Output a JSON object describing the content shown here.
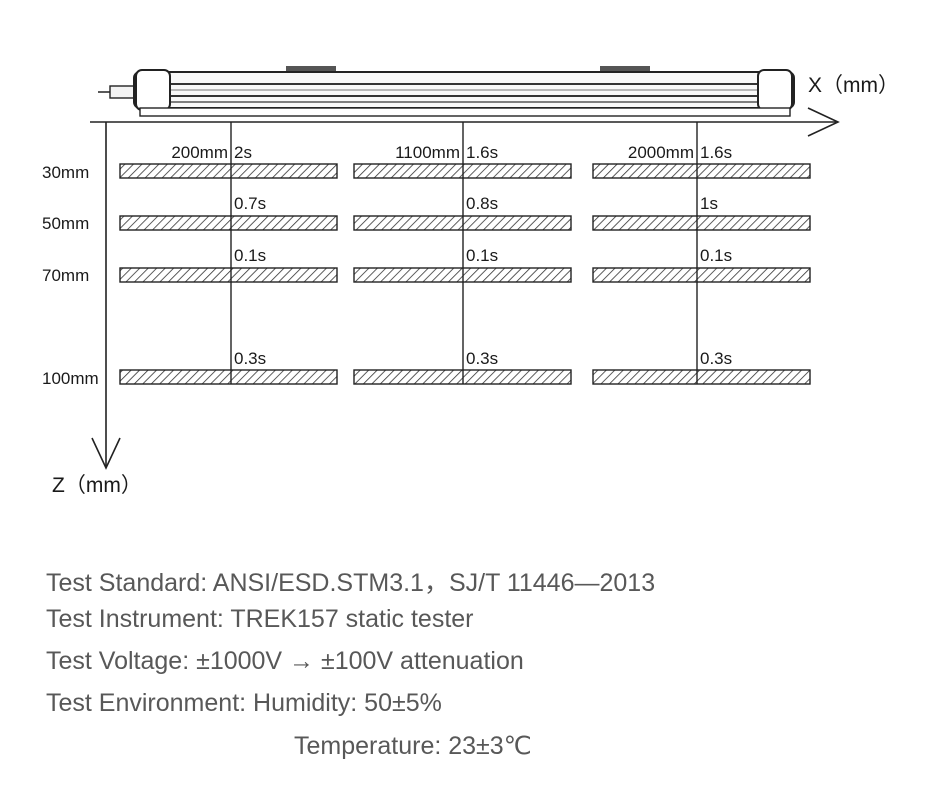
{
  "axes": {
    "x_label": "X（mm）",
    "z_label": "Z（mm）"
  },
  "columns": [
    {
      "x_label": "200mm",
      "times": [
        "2s",
        "0.7s",
        "0.1s",
        "0.3s"
      ]
    },
    {
      "x_label": "1100mm",
      "times": [
        "1.6s",
        "0.8s",
        "0.1s",
        "0.3s"
      ]
    },
    {
      "x_label": "2000mm",
      "times": [
        "1.6s",
        "1s",
        "0.1s",
        "0.3s"
      ]
    }
  ],
  "rows": [
    {
      "z_label": "30mm"
    },
    {
      "z_label": "50mm"
    },
    {
      "z_label": "70mm"
    },
    {
      "z_label": "100mm"
    }
  ],
  "specs": {
    "standard": "Test Standard: ANSI/ESD.STM3.1，SJ/T 11446—2013",
    "instrument": "Test Instrument: TREK157 static tester",
    "voltage": "Test Voltage: ±1000V → ±100V  attenuation",
    "environment": "Test Environment: Humidity: 50±5%",
    "temperature": "Temperature: 23±3℃"
  }
}
